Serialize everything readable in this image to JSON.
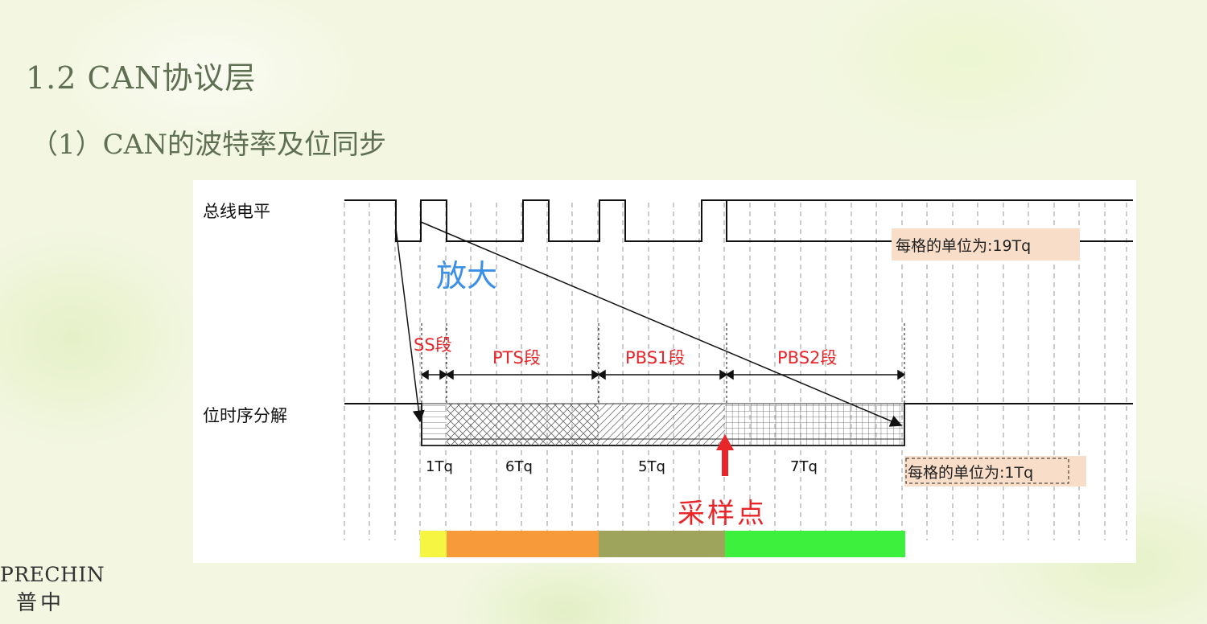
{
  "slide": {
    "title": "1.2 CAN协议层",
    "subtitle": "（1）CAN的波特率及位同步"
  },
  "diagram": {
    "bus_level_label": "总线电平",
    "bit_timing_label": "位时序分解",
    "zoom_label": "放大",
    "unit_note_top": "每格的单位为:19Tq",
    "unit_note_bottom": "每格的单位为:1Tq",
    "sample_point_label": "采样点",
    "segments": [
      {
        "name": "SS段",
        "tq_label": "1Tq",
        "tq": 1,
        "color": "#f5f542"
      },
      {
        "name": "PTS段",
        "tq_label": "6Tq",
        "tq": 6,
        "color": "#f79a3a"
      },
      {
        "name": "PBS1段",
        "tq_label": "5Tq",
        "tq": 5,
        "color": "#9ea45c"
      },
      {
        "name": "PBS2段",
        "tq_label": "7Tq",
        "tq": 7,
        "color": "#3ef03e"
      }
    ],
    "colors": {
      "label_red": "#e8262a",
      "zoom_blue": "#3c8fe6",
      "note_bg": "#f8ddc8"
    }
  },
  "brand": {
    "name_en": "PRECHIN",
    "name_cn": "普中"
  }
}
